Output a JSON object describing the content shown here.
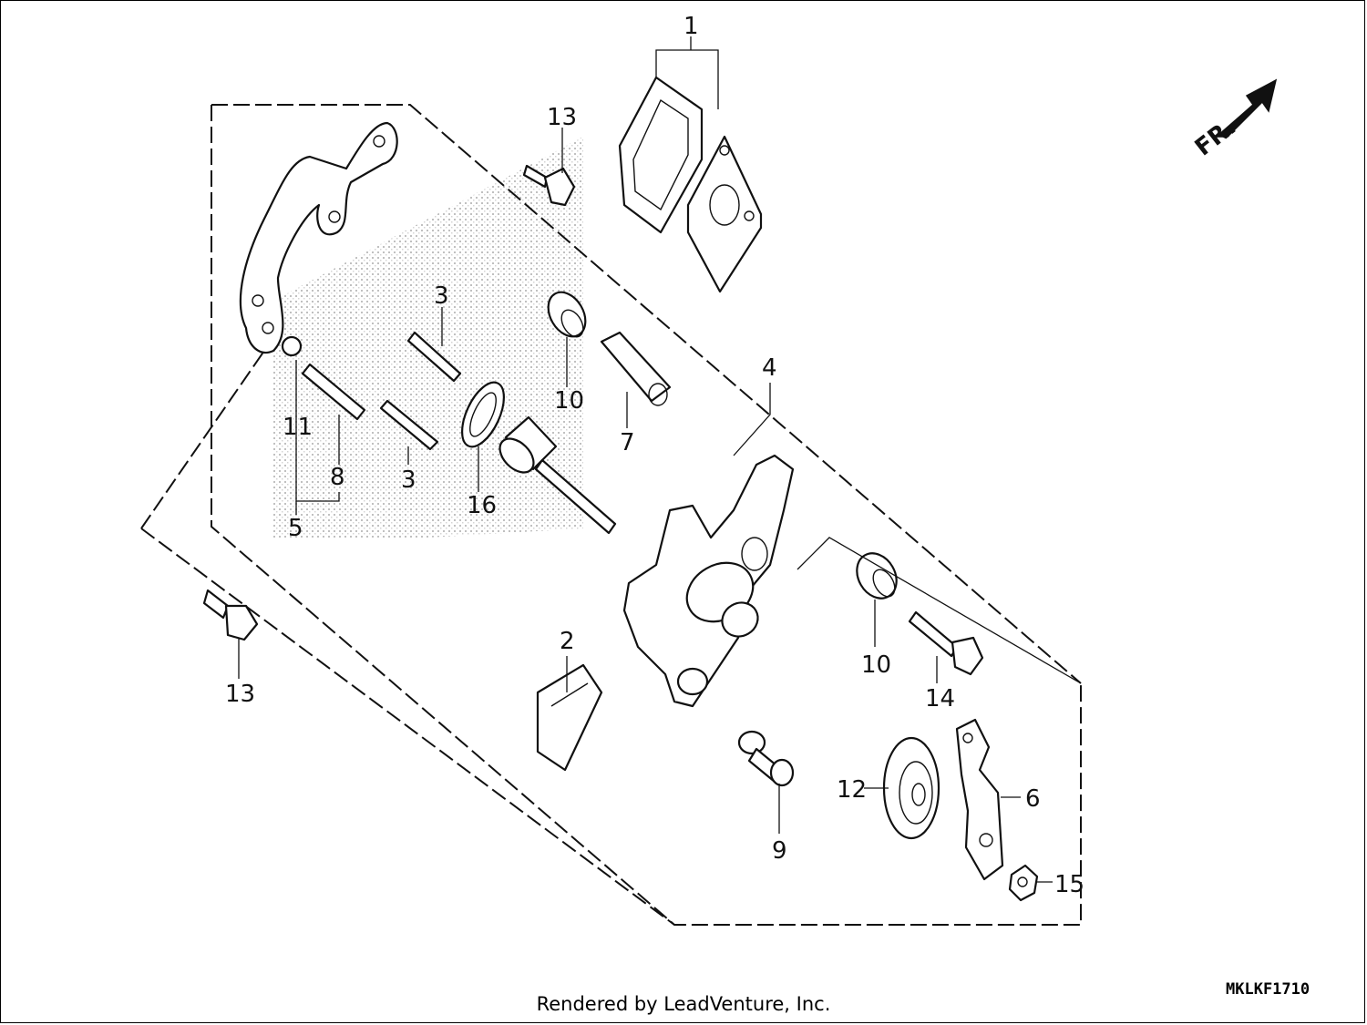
{
  "callouts": {
    "c1": "1",
    "c2": "2",
    "c3a": "3",
    "c3b": "3",
    "c4": "4",
    "c5": "5",
    "c6": "6",
    "c7": "7",
    "c8": "8",
    "c9": "9",
    "c10a": "10",
    "c10b": "10",
    "c11": "11",
    "c12": "12",
    "c13a": "13",
    "c13b": "13",
    "c14": "14",
    "c15": "15",
    "c16": "16"
  },
  "arrow_label": "FR.",
  "diagram_code": "MKLKF1710",
  "footer": "Rendered by LeadVenture, Inc.",
  "colors": {
    "ink": "#111111",
    "background": "#ffffff",
    "shading": "#9a9a9a"
  }
}
